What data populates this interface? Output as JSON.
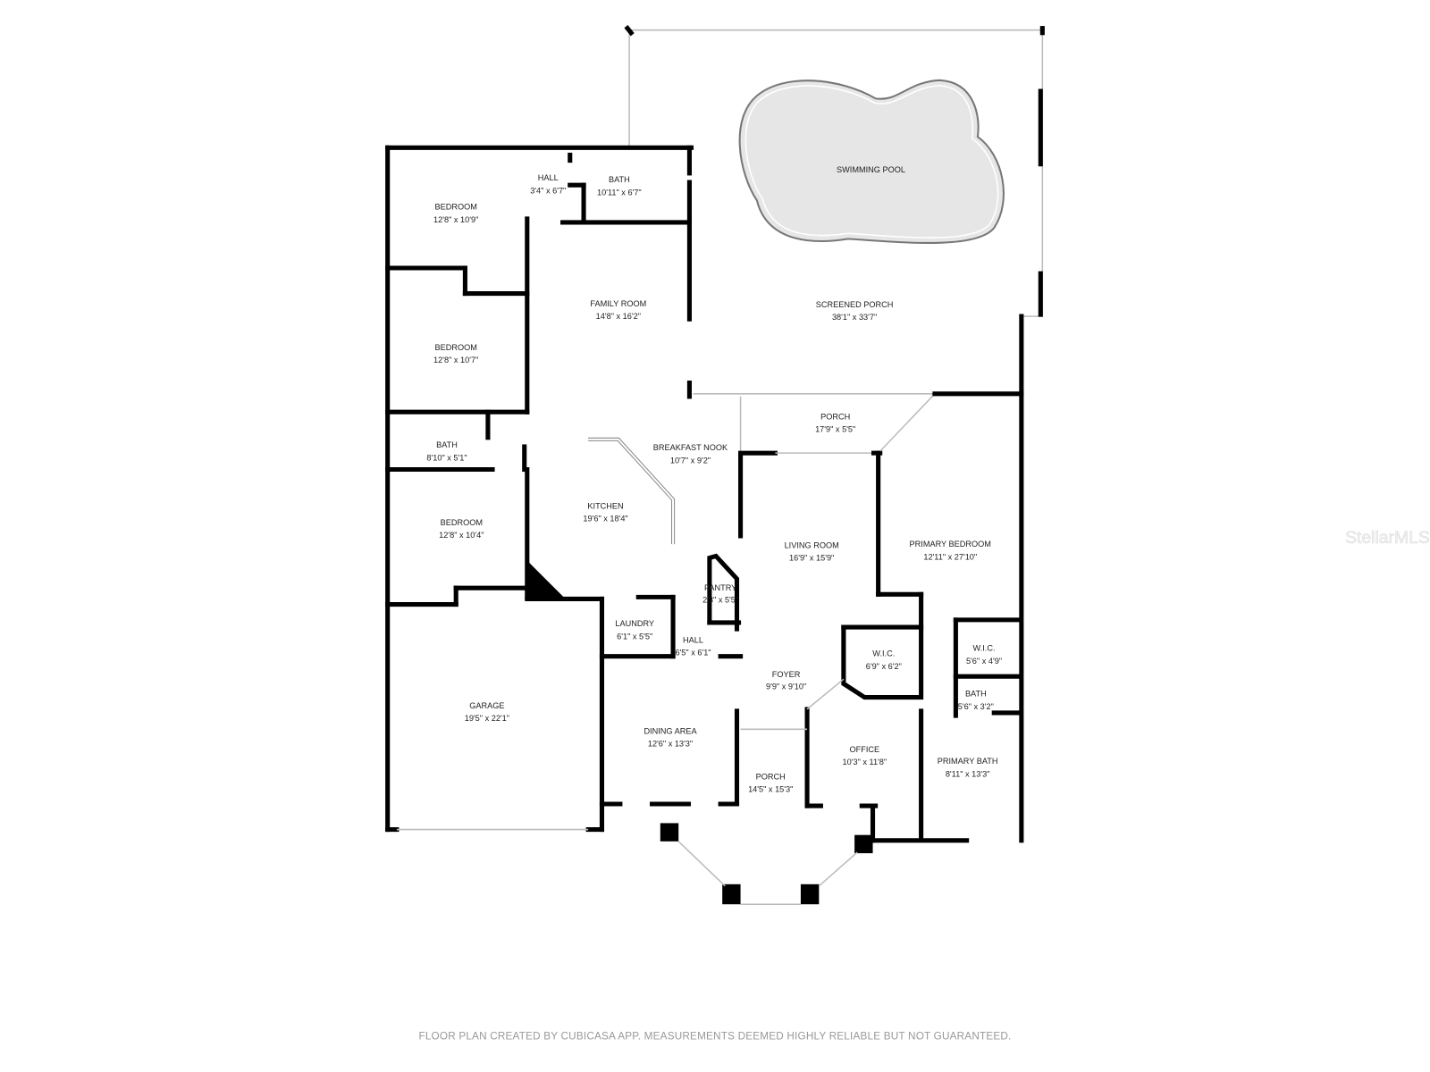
{
  "rooms": [
    {
      "name": "BEDROOM",
      "size": "12'8\" x 10'9\""
    },
    {
      "name": "HALL",
      "size": "3'4\" x 6'7\""
    },
    {
      "name": "BATH",
      "size": "10'11\" x 6'7\""
    },
    {
      "name": "FAMILY ROOM",
      "size": "14'8\" x 16'2\""
    },
    {
      "name": "SWIMMING POOL",
      "size": ""
    },
    {
      "name": "SCREENED PORCH",
      "size": "38'1\" x 33'7\""
    },
    {
      "name": "BEDROOM",
      "size": "12'8\" x 10'7\""
    },
    {
      "name": "BATH",
      "size": "8'10\" x 5'1\""
    },
    {
      "name": "PORCH",
      "size": "17'9\" x 5'5\""
    },
    {
      "name": "BREAKFAST NOOK",
      "size": "10'7\" x 9'2\""
    },
    {
      "name": "KITCHEN",
      "size": "19'6\" x 18'4\""
    },
    {
      "name": "BEDROOM",
      "size": "12'8\" x 10'4\""
    },
    {
      "name": "LIVING ROOM",
      "size": "16'9\" x 15'9\""
    },
    {
      "name": "PRIMARY BEDROOM",
      "size": "12'11\" x 27'10\""
    },
    {
      "name": "PANTRY",
      "size": "2'3\" x 5'5\""
    },
    {
      "name": "LAUNDRY",
      "size": "6'1\" x 5'5\""
    },
    {
      "name": "HALL",
      "size": "6'5\" x 6'1\""
    },
    {
      "name": "W.I.C.",
      "size": "6'9\" x 6'2\""
    },
    {
      "name": "W.I.C.",
      "size": "5'6\" x 4'9\""
    },
    {
      "name": "FOYER",
      "size": "9'9\" x 9'10\""
    },
    {
      "name": "BATH",
      "size": "5'6\" x 3'2\""
    },
    {
      "name": "GARAGE",
      "size": "19'5\" x 22'1\""
    },
    {
      "name": "DINING AREA",
      "size": "12'6\" x 13'3\""
    },
    {
      "name": "OFFICE",
      "size": "10'3\" x 11'8\""
    },
    {
      "name": "PRIMARY BATH",
      "size": "8'11\" x 13'3\""
    },
    {
      "name": "PORCH",
      "size": "14'5\" x 15'3\""
    }
  ],
  "footer": "FLOOR PLAN CREATED BY CUBICASA APP. MEASUREMENTS DEEMED HIGHLY RELIABLE BUT NOT GUARANTEED.",
  "watermark": "StellarMLS",
  "colors": {
    "wall": "#000000",
    "pool": "#e6e6e6"
  }
}
